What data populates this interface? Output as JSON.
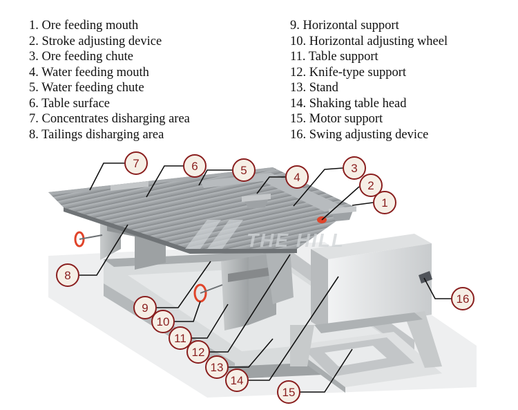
{
  "legend": {
    "left": [
      "1. Ore feeding mouth",
      "2. Stroke adjusting device",
      "3. Ore feeding chute",
      "4. Water feeding mouth",
      "5. Water feeding chute",
      "6. Table surface",
      "7. Concentrates disharging area",
      "8. Tailings disharging area"
    ],
    "right": [
      "9. Horizontal support",
      "10. Horizontal adjusting wheel",
      "11. Table support",
      "12. Knife-type support",
      "13. Stand",
      "14. Shaking table head",
      "15. Motor support",
      "16. Swing adjusting device"
    ]
  },
  "callouts": [
    "1",
    "2",
    "3",
    "4",
    "5",
    "6",
    "7",
    "8",
    "9",
    "10",
    "11",
    "12",
    "13",
    "14",
    "15",
    "16"
  ],
  "watermark": "THE HILL",
  "colors": {
    "callout_stroke": "#8a1f1f",
    "callout_fill": "#f6efe6",
    "adjust_wheel": "#e0442a"
  }
}
